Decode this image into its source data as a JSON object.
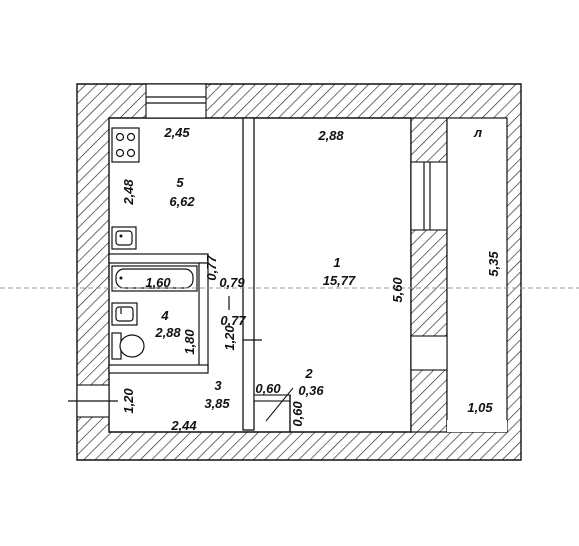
{
  "rooms": [
    {
      "number": "1",
      "area": "15,77"
    },
    {
      "number": "2",
      "area": "0,36"
    },
    {
      "number": "3",
      "area": "3,85"
    },
    {
      "number": "4",
      "area": "2,88"
    },
    {
      "number": "5",
      "area": "6,62"
    }
  ],
  "balcony_label": "л",
  "dimensions": {
    "kitchen_width": "2,45",
    "kitchen_depth": "2,48",
    "room_width": "2,88",
    "room_length": "5,60",
    "balcony_length": "5,35",
    "balcony_width": "1,05",
    "bath_length": "1,60",
    "bath_width": "1,80",
    "hall_width": "2,44",
    "hall_depth": "1,20",
    "closet_width": "0,60",
    "closet_depth": "0,60",
    "corridor_width_top": "0,79",
    "corridor_width_bottom": "0,77",
    "corridor_depth": "0,77",
    "corridor_depth_lower": "1,20"
  }
}
